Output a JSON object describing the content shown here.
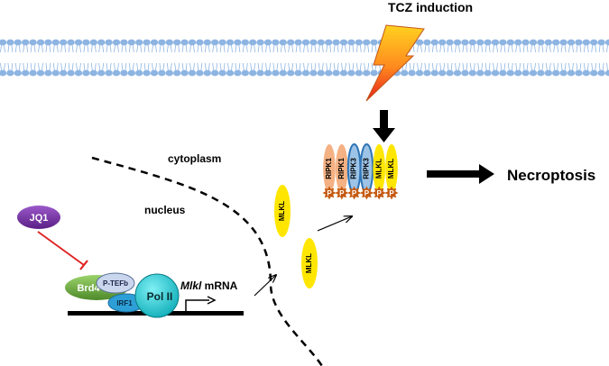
{
  "labels": {
    "tcz": "TCZ induction",
    "cytoplasm": "cytoplasm",
    "nucleus": "nucleus",
    "necroptosis": "Necroptosis",
    "jq1": "JQ1",
    "brd4": "Brd4",
    "ptefb": "P-TEFb",
    "irf1": "IRF1",
    "pol2": "Pol II",
    "mrna_gene": "Mlkl",
    "mrna_suffix": " mRNA",
    "mlkl_nuclear": "MLKL",
    "mlkl_cyto": "MLKL",
    "phospho": "P"
  },
  "complex": [
    {
      "label": "RIPK1"
    },
    {
      "label": "RIPK1"
    },
    {
      "label": "RIPK3"
    },
    {
      "label": "RIPK3"
    },
    {
      "label": "MLKL"
    },
    {
      "label": "MLKL"
    }
  ],
  "colors": {
    "membrane": "#8db4e2",
    "ripk1": "#f4b183",
    "ripk3": "#9dc3e6",
    "ripk3_stroke": "#2e75b6",
    "mlkl": "#ffe600",
    "phospho": "#c55a11",
    "brd4": "#70ad47",
    "ptefb": "#c9d6ee",
    "irf1": "#2e9fd6",
    "pol2": "#1ec9d6",
    "jq1": "#7030a0",
    "inhibit": "#e02020"
  },
  "icons": [
    "lightning-bolt-icon"
  ]
}
